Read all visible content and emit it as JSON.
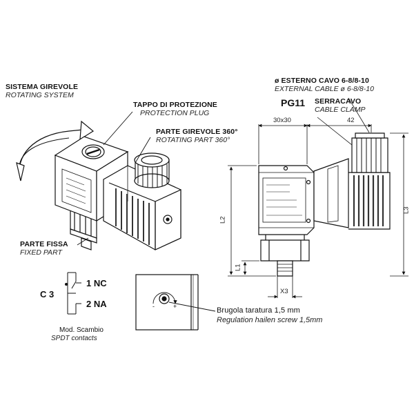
{
  "rotating_system": {
    "it": "SISTEMA GIREVOLE",
    "en": "ROTATING SYSTEM"
  },
  "protection_plug": {
    "it": "TAPPO DI PROTEZIONE",
    "en": "PROTECTION PLUG"
  },
  "rotating_part": {
    "it": "PARTE GIREVOLE 360°",
    "en": "ROTATING PART 360°"
  },
  "fixed_part": {
    "it": "PARTE FISSA",
    "en": "FIXED PART"
  },
  "contacts": {
    "c": "C 3",
    "nc": "1 NC",
    "na": "2 NA",
    "it": "Mod. Scambio",
    "en": "SPDT contacts"
  },
  "cable": {
    "it": "ø ESTERNO CAVO  6-8/8-10",
    "en": "EXTERNAL CABLE ø 6-8/8-10"
  },
  "clamp": {
    "pg": "PG11",
    "it": "SERRACAVO",
    "en": "CABLE CLAMP"
  },
  "dimensions": {
    "w1": "30x30",
    "w2": "42",
    "l1": "L1",
    "l2": "L2",
    "l3": "L3",
    "x3": "X3"
  },
  "screw": {
    "it": "Brugola taratura 1,5 mm",
    "en": "Regulation hailen screw 1,5mm"
  },
  "colors": {
    "line": "#111111",
    "body": "#ffffff",
    "fin": "#333333"
  }
}
